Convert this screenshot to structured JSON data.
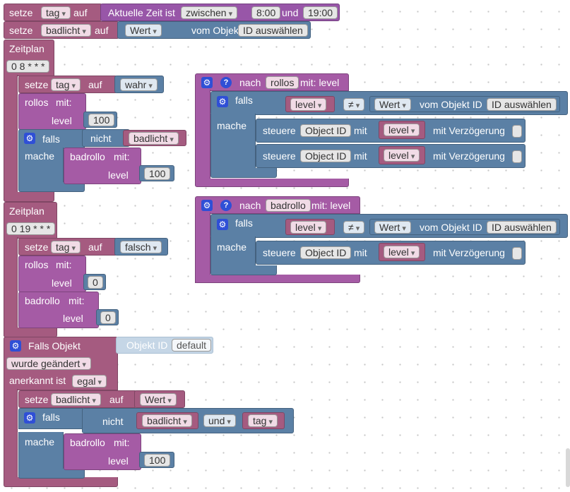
{
  "workspace": {
    "set_tag_block": {
      "setze": "setze",
      "var": "tag",
      "auf": "auf",
      "time_prefix": "Aktuelle Zeit ist",
      "mode": "zwischen",
      "from": "8:00",
      "und": "und",
      "to": "19:00"
    },
    "set_badlicht_block": {
      "setze": "setze",
      "var": "badlicht",
      "auf": "auf",
      "value": "Wert",
      "from_object": "vom Objekt ID",
      "object_id": "ID auswählen"
    },
    "schedule1": {
      "label": "Zeitplan",
      "cron": "0 8 * * *",
      "set": {
        "setze": "setze",
        "var": "tag",
        "auf": "auf",
        "value": "wahr"
      },
      "call_rollos": {
        "name": "rollos",
        "mit": "mit:",
        "param": "level",
        "value": "100"
      },
      "if": {
        "falls": "falls",
        "nicht": "nicht",
        "var": "badlicht",
        "mache": "mache"
      },
      "call_badrollo": {
        "name": "badrollo",
        "mit": "mit:",
        "param": "level",
        "value": "100"
      }
    },
    "schedule2": {
      "label": "Zeitplan",
      "cron": "0 19 * * *",
      "set": {
        "setze": "setze",
        "var": "tag",
        "auf": "auf",
        "value": "falsch"
      },
      "call_rollos": {
        "name": "rollos",
        "mit": "mit:",
        "param": "level",
        "value": "0"
      },
      "call_badrollo": {
        "name": "badrollo",
        "mit": "mit:",
        "param": "level",
        "value": "0"
      }
    },
    "trigger": {
      "label": "Falls Objekt",
      "object_label": "Objekt ID",
      "object_value": "default",
      "changed": "wurde geändert",
      "ack_label": "anerkannt ist",
      "ack_value": "egal",
      "set": {
        "setze": "setze",
        "var": "badlicht",
        "auf": "auf",
        "value": "Wert"
      },
      "if": {
        "falls": "falls",
        "nicht": "nicht",
        "var": "badlicht",
        "op": "und",
        "var2": "tag",
        "mache": "mache"
      },
      "call_badrollo": {
        "name": "badrollo",
        "mit": "mit:",
        "param": "level",
        "value": "100"
      }
    },
    "func_rollos": {
      "nach": "nach",
      "name": "rollos",
      "params": "mit: level",
      "if": {
        "falls": "falls",
        "param": "level",
        "op": "≠",
        "value": "Wert",
        "from_object": "vom Objekt ID",
        "object_id": "ID auswählen",
        "mache": "mache"
      },
      "control1": {
        "steuere": "steuere",
        "object": "Object ID",
        "mit": "mit",
        "param": "level",
        "delay": "mit Verzögerung"
      },
      "control2": {
        "steuere": "steuere",
        "object": "Object ID",
        "mit": "mit",
        "param": "level",
        "delay": "mit Verzögerung"
      }
    },
    "func_badrollo": {
      "nach": "nach",
      "name": "badrollo",
      "params": "mit: level",
      "if": {
        "falls": "falls",
        "param": "level",
        "op": "≠",
        "value": "Wert",
        "from_object": "vom Objekt ID",
        "object_id": "ID auswählen",
        "mache": "mache"
      },
      "control": {
        "steuere": "steuere",
        "object": "Object ID",
        "mit": "mit",
        "param": "level",
        "delay": "mit Verzögerung"
      }
    },
    "icons": {
      "gear": "gear-icon",
      "help": "help-icon"
    }
  }
}
